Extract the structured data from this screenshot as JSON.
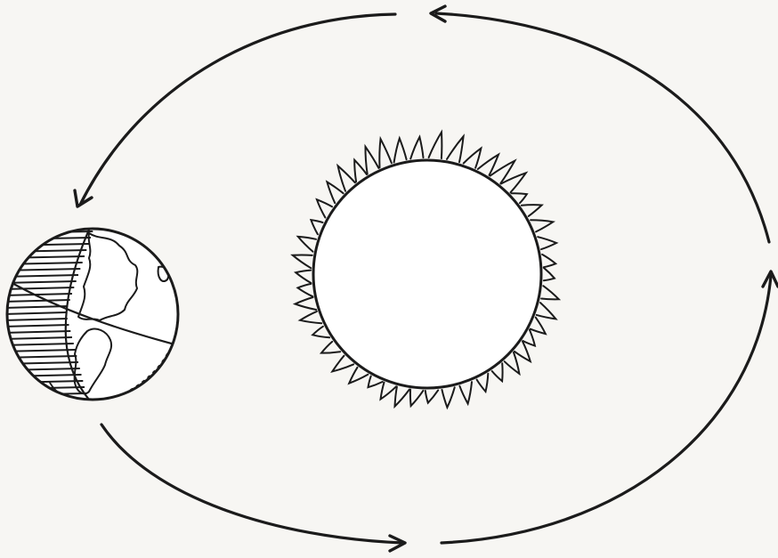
{
  "diagram": {
    "elements": [
      "sun",
      "earth",
      "orbit"
    ],
    "orbit_direction": "counter-clockwise",
    "orbit_arrow_count": 4,
    "colors": {
      "ink": "#1b1b1b",
      "paper": "#f7f6f3"
    }
  }
}
